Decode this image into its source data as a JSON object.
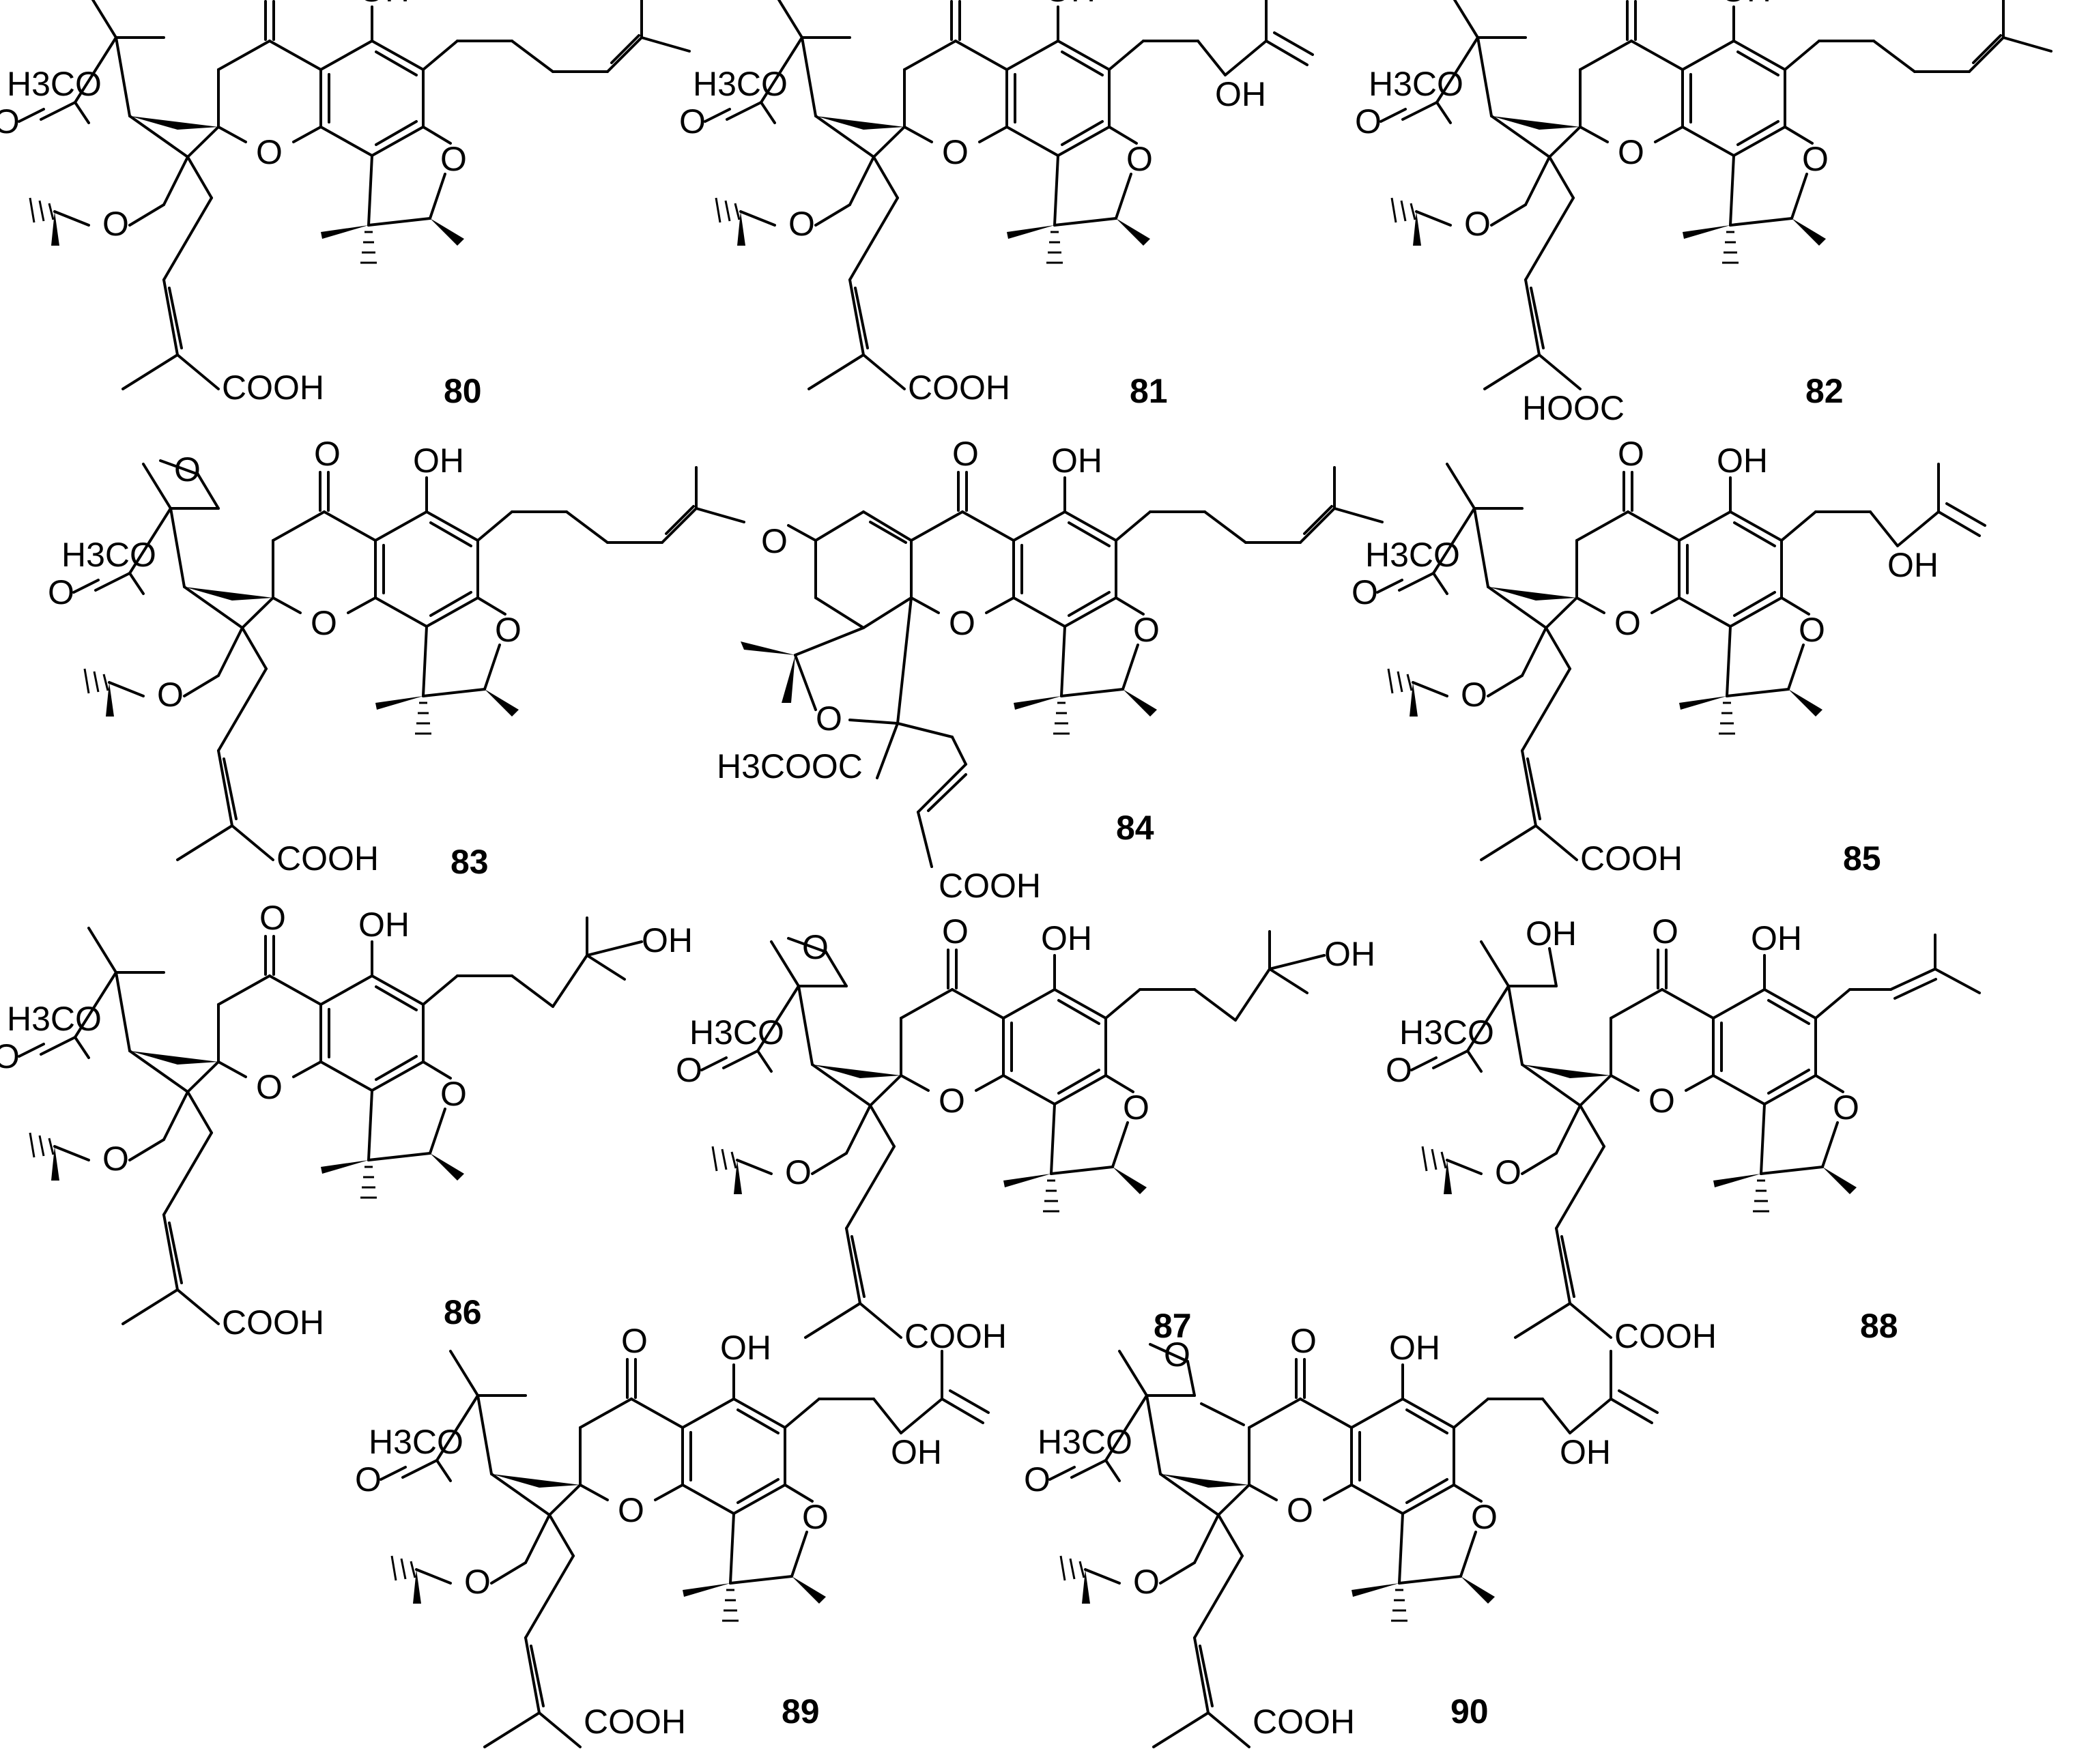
{
  "groups": {
    "oxo": "O",
    "hydroxyl": "OH",
    "methoxy": "H3CO",
    "ring_oxygen": "O",
    "acid": "COOH",
    "acid_reversed": "HOOC",
    "ester": "H3COOC"
  },
  "compounds": [
    {
      "number": "80"
    },
    {
      "number": "81"
    },
    {
      "number": "82"
    },
    {
      "number": "83"
    },
    {
      "number": "84"
    },
    {
      "number": "85"
    },
    {
      "number": "86"
    },
    {
      "number": "87"
    },
    {
      "number": "88"
    },
    {
      "number": "89"
    },
    {
      "number": "90"
    }
  ],
  "side_chains": {
    "80": "prenyl",
    "81": "hydroxy-isopropenyl",
    "82": "prenyl",
    "83": "prenyl",
    "84": "prenyl",
    "85": "hydroxy-isopropenyl",
    "86": "hydroxy-isopentyl",
    "87": "hydroxy-isopentyl",
    "88": "isobutenyl",
    "89": "hydroxy-isopropenyl",
    "90": "hydroxy-isopropenyl"
  },
  "c_ring_variants": {
    "83": "methoxy",
    "87": "methoxy",
    "88": "hydroxyl",
    "90": "enol-methoxy"
  }
}
